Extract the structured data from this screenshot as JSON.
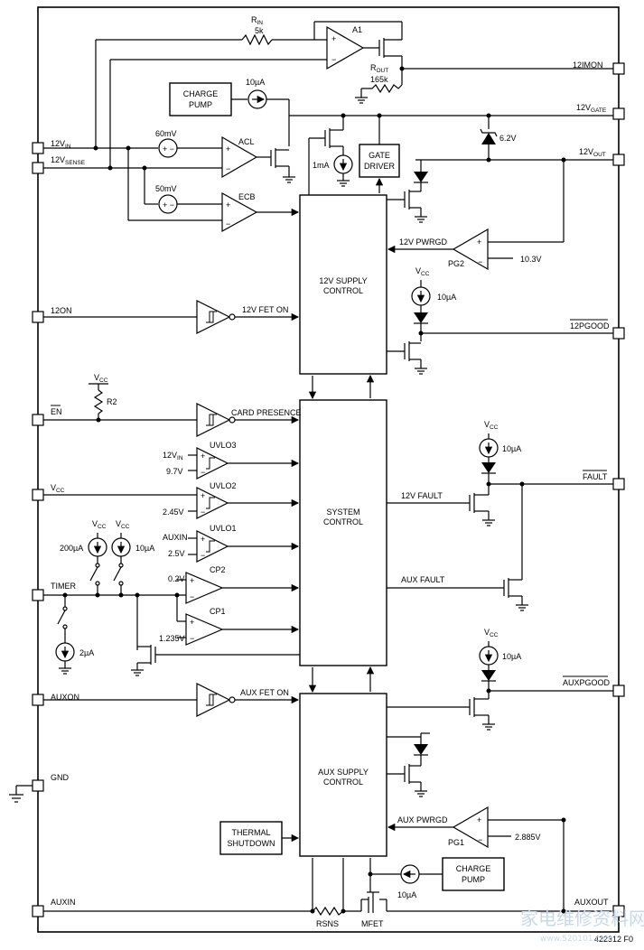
{
  "pins": {
    "v12in": {
      "main": "12V",
      "sub": "IN"
    },
    "v12sense": {
      "main": "12V",
      "sub": "SENSE"
    },
    "on12": "12ON",
    "en": "EN",
    "vcc": {
      "main": "V",
      "sub": "CC"
    },
    "timer": "TIMER",
    "auxon": "AUXON",
    "gnd": "GND",
    "auxin": "AUXIN",
    "imon12": "12IMON",
    "gate12": {
      "main": "12V",
      "sub": "GATE"
    },
    "out12": {
      "main": "12V",
      "sub": "OUT"
    },
    "pgood12": "12PGOOD",
    "fault": "FAULT",
    "auxpgood": "AUXPGOOD",
    "auxout": "AUXOUT"
  },
  "blocks": {
    "supply12": [
      "12V SUPPLY",
      "CONTROL"
    ],
    "system": [
      "SYSTEM",
      "CONTROL"
    ],
    "auxsupply": [
      "AUX SUPPLY",
      "CONTROL"
    ],
    "chargepump_top": [
      "CHARGE",
      "PUMP"
    ],
    "chargepump_bot": [
      "CHARGE",
      "PUMP"
    ],
    "gatedriver": [
      "GATE",
      "DRIVER"
    ],
    "thermal": [
      "THERMAL",
      "SHUTDOWN"
    ]
  },
  "amps": {
    "a1": "A1",
    "acl": "ACL",
    "ecb": "ECB",
    "pg2": "PG2",
    "pg1": "PG1",
    "uvlo3": "UVLO3",
    "uvlo2": "UVLO2",
    "uvlo1": "UVLO1",
    "cp2": "CP2",
    "cp1": "CP1"
  },
  "components": {
    "rin": {
      "main": "R",
      "sub": "IN",
      "value": "5k"
    },
    "rout": {
      "main": "R",
      "sub": "OUT",
      "value": "165k"
    },
    "r2": "R2",
    "rsns": "RSNS",
    "mfet": "MFET",
    "zener": "6.2V"
  },
  "sources": {
    "cs_top": "10µA",
    "v60": "60mV",
    "v50": "50mV",
    "cs_1ma": "1mA",
    "cs_pgood12": "10µA",
    "cs_fault": "10µA",
    "cs_200": "200µA",
    "cs_timer10": "10µA",
    "cs_2": "2µA",
    "cs_auxpgood": "10µA",
    "cs_bot": "10µA"
  },
  "signals": {
    "pwrgd12": "12V PWRGD",
    "ref103": "10.3V",
    "fet12": "12V FET ON",
    "card": "CARD PRESENCE",
    "u3in": {
      "main": "12V",
      "sub": "IN"
    },
    "u3ref": "9.7V",
    "u2ref": "2.45V",
    "u1in": "AUXIN",
    "u1ref": "2.5V",
    "cp2ref": "0.2V",
    "cp1ref": "1.235V",
    "fault12": "12V FAULT",
    "auxfault": "AUX FAULT",
    "auxfet": "AUX FET ON",
    "auxpwrgd": "AUX PWRGD",
    "ref2885": "2.885V"
  },
  "vcc_label": {
    "main": "V",
    "sub": "CC"
  },
  "figure_id": "422312 F0",
  "watermark": {
    "cn": "家电维修资料网",
    "url": "www.520101.com"
  }
}
